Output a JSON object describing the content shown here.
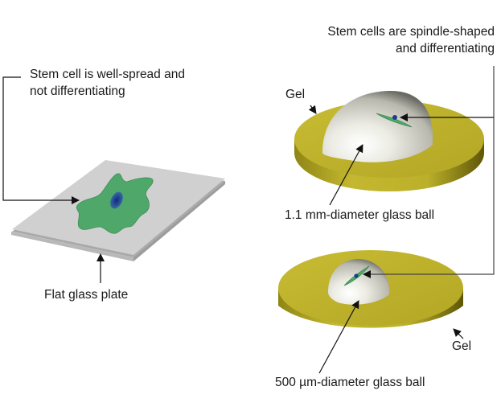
{
  "left_panel": {
    "cell_label_line1": "Stem cell is well-spread and",
    "cell_label_line2": "not differentiating",
    "plate_label": "Flat glass plate"
  },
  "right_panel": {
    "cells_label_line1": "Stem cells are spindle-shaped",
    "cells_label_line2": "and differentiating",
    "top_disk": {
      "gel_label": "Gel",
      "ball_label": "1.1 mm-diameter glass ball"
    },
    "bottom_disk": {
      "gel_label": "Gel",
      "ball_label": "500 µm-diameter glass ball"
    }
  },
  "colors": {
    "gel": "#c0b42a",
    "gel_dark": "#8a8010",
    "glass_plate": "#cfcfcf",
    "cell_green": "#4fa86a",
    "nucleus_blue": "#1a3f8a",
    "ball": "#eeeee8",
    "line": "#222222"
  }
}
